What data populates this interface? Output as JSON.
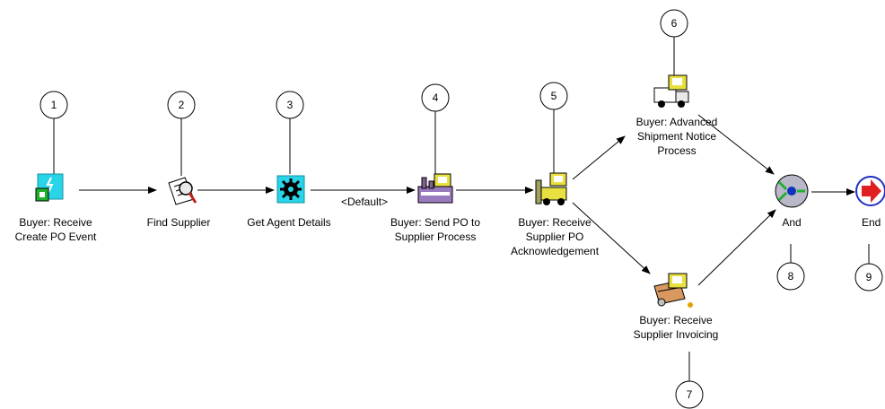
{
  "nodes": {
    "n1": {
      "line1": "Buyer: Receive",
      "line2": "Create PO Event",
      "callout": "1",
      "icon": "start-event-icon"
    },
    "n2": {
      "line1": "Find Supplier",
      "callout": "2",
      "icon": "find-supplier-icon"
    },
    "n3": {
      "line1": "Get Agent Details",
      "callout": "3",
      "icon": "function-gear-icon"
    },
    "n4": {
      "line1": "Buyer: Send PO to",
      "line2": "Supplier Process",
      "callout": "4",
      "icon": "factory-process-icon"
    },
    "n5": {
      "line1": "Buyer: Receive",
      "line2": "Supplier PO",
      "line3": "Acknowledgement",
      "callout": "5",
      "icon": "forklift-process-icon"
    },
    "n6": {
      "line1": "Buyer: Advanced",
      "line2": "Shipment Notice",
      "line3": "Process",
      "callout": "6",
      "icon": "truck-process-icon"
    },
    "n7": {
      "line1": "Buyer: Receive",
      "line2": "Supplier Invoicing",
      "callout": "7",
      "icon": "invoice-process-icon"
    },
    "n8": {
      "line1": "And",
      "callout": "8",
      "icon": "and-gateway-icon"
    },
    "n9": {
      "line1": "End",
      "callout": "9",
      "icon": "end-event-icon"
    }
  },
  "edges": {
    "e3to4": {
      "label": "<Default>"
    }
  },
  "colors": {
    "cyan": "#29d3e8",
    "process_yellow": "#e8e040",
    "end_red": "#e02020",
    "gateway_gray": "#b8b8c8",
    "line": "#000000"
  }
}
